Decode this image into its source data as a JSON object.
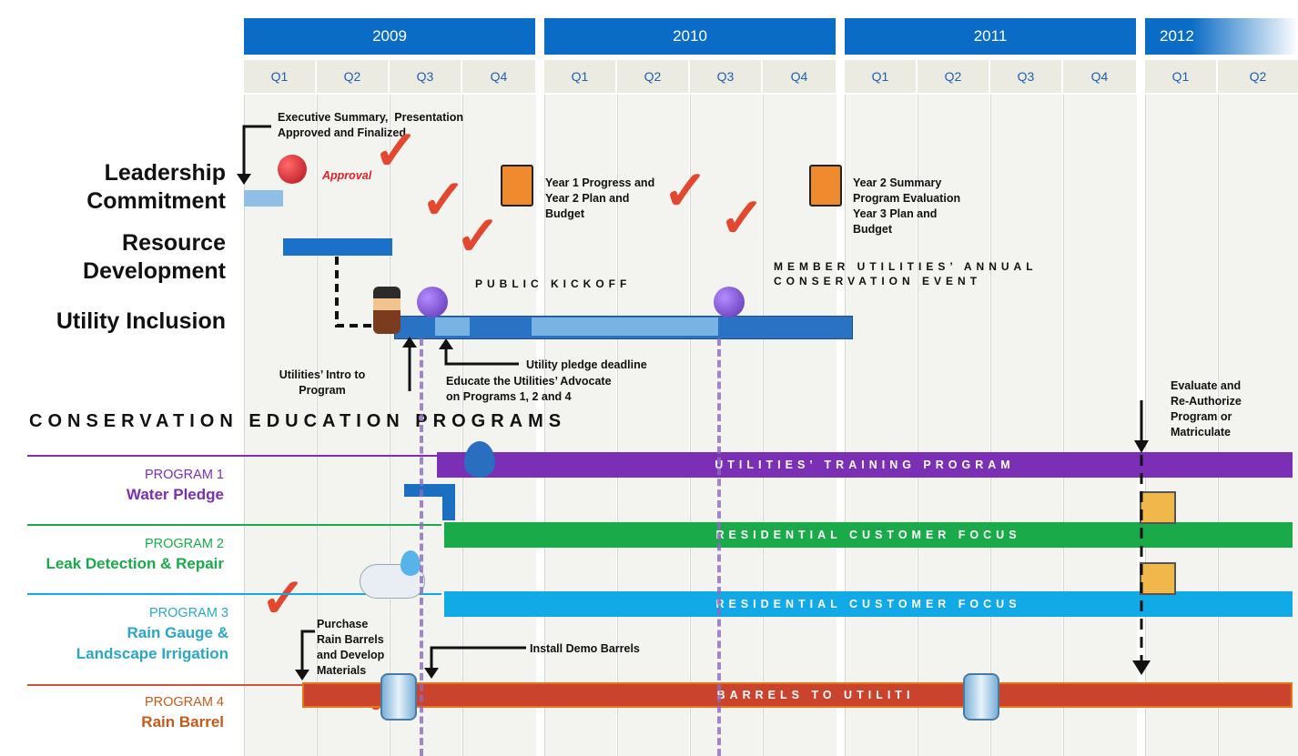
{
  "timeline": {
    "years": [
      "2009",
      "2010",
      "2011",
      "2012"
    ],
    "quarters": [
      "Q1",
      "Q2",
      "Q3",
      "Q4",
      "Q1",
      "Q2",
      "Q3",
      "Q4",
      "Q1",
      "Q2",
      "Q3",
      "Q4",
      "Q1",
      "Q2"
    ]
  },
  "categories": {
    "leadership": "Leadership Commitment",
    "resource": "Resource Development",
    "utility": "Utility Inclusion"
  },
  "notes": {
    "exec_summary": "Executive Summary, Presentation Approved and Finalized",
    "approval": "Approval",
    "year1": "Year 1 Progress and Year 2 Plan and Budget",
    "year2": "Year 2 Summary Program Evaluation Year 3 Plan and Budget",
    "public_kickoff": "PUBLIC KICKOFF",
    "member_event": "MEMBER UTILITIES’ ANNUAL CONSERVATION EVENT",
    "pledge_deadline": "Utility pledge deadline",
    "educate": "Educate the Utilities’ Advocate on Programs 1, 2 and 4",
    "intro": "Utilities’ Intro to Program",
    "evaluate": "Evaluate and Re-Authorize Program or Matriculate",
    "purchase": "Purchase Rain Barrels and Develop Materials",
    "install_demo": "Install Demo Barrels"
  },
  "section_title": "CONSERVATION EDUCATION PROGRAMS",
  "programs": [
    {
      "num": "PROGRAM 1",
      "name": "Water Pledge",
      "band": "UTILITIES’ TRAINING PROGRAM",
      "color": "#7b2fb5"
    },
    {
      "num": "PROGRAM 2",
      "name": "Leak Detection & Repair",
      "band": "RESIDENTIAL CUSTOMER FOCUS",
      "color": "#1aaa4a"
    },
    {
      "num": "PROGRAM 3",
      "name": "Rain Gauge & Landscape Irrigation",
      "band": "RESIDENTIAL CUSTOMER FOCUS",
      "color": "#11a9e6"
    },
    {
      "num": "PROGRAM 4",
      "name": "Rain Barrel",
      "band": "BARRELS TO UTILITI",
      "color": "#d0543a"
    }
  ],
  "colors": {
    "year_header": "#0a6cc4",
    "check": "#e24830",
    "prog1_label": "#7b2fb5",
    "prog2_label": "#1aaa4a",
    "prog3_label": "#2aa6c9",
    "prog4_label": "#c75a1b"
  }
}
